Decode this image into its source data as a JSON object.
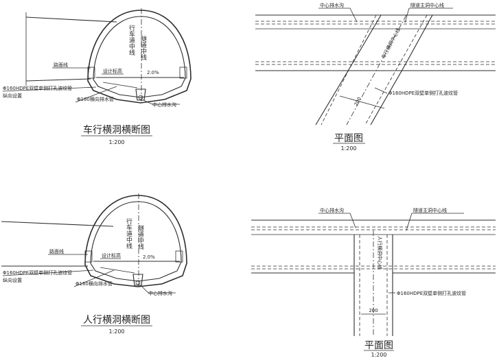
{
  "drawings": {
    "top_left": {
      "title": "车行横洞横断图",
      "scale": "1:200",
      "labels": {
        "vertical": "行车道中线",
        "vertical2": "隧道中线",
        "pavement": "路面线",
        "design_elev": "设计标高",
        "slope": "2.0%",
        "hdpe": "Φ160HDPE双壁单侧打孔波纹管",
        "longitudinal": "纵向设置",
        "transverse": "Φ160横向排水管",
        "center_drain": "中心排水沟"
      }
    },
    "top_right": {
      "title": "平面图",
      "scale": "1:200",
      "labels": {
        "center_drain": "中心排水沟",
        "tunnel_center": "隧道主洞中心线",
        "cross_center": "车行横洞中心线",
        "hdpe": "Φ160HDPE双壁单侧打孔波纹管",
        "dim": "200"
      }
    },
    "bottom_left": {
      "title": "人行横洞横断图",
      "scale": "1:200",
      "labels": {
        "vertical": "行车道中线",
        "vertical2": "隧道中线",
        "pavement": "路面线",
        "design_elev": "设计标高",
        "slope": "2.0%",
        "hdpe": "Φ160HDPE双壁单侧打孔波纹管",
        "longitudinal": "纵向设置",
        "transverse": "Φ160横向排水管",
        "center_drain": "中心排水沟"
      }
    },
    "bottom_right": {
      "title": "平面图",
      "scale": "1:200",
      "labels": {
        "center_drain": "中心排水沟",
        "tunnel_center": "隧道主洞中心线",
        "cross_center": "人行横洞中心线",
        "hdpe": "Φ160HDPE双壁单侧打孔波纹管",
        "dim": "200"
      }
    }
  }
}
